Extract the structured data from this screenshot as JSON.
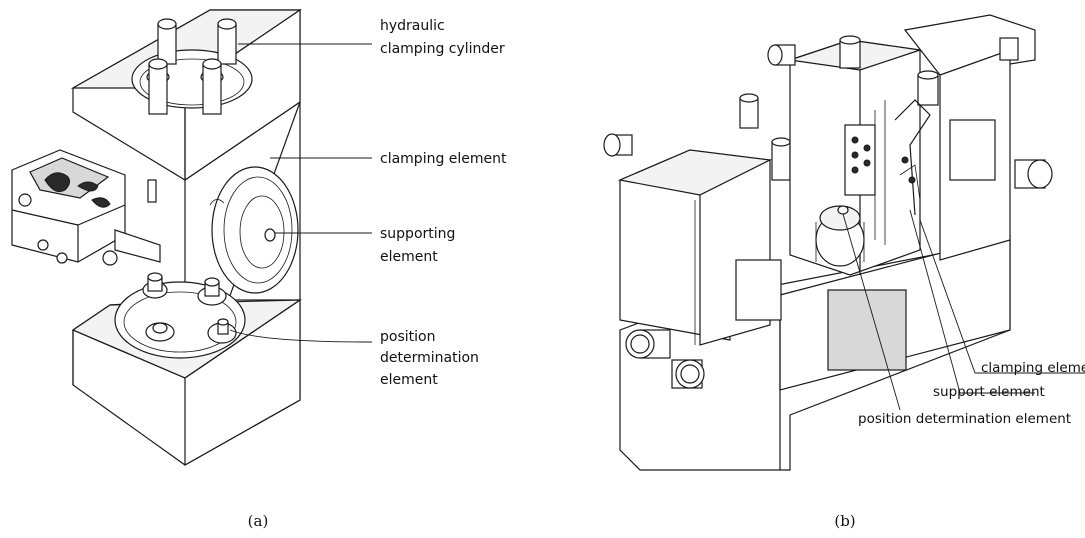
{
  "figure_a": {
    "caption": "(a)",
    "labels": {
      "hydraulic_1": "hydraulic",
      "hydraulic_2": "clamping cylinder",
      "clamping": "clamping element",
      "supporting_1": "supporting",
      "supporting_2": "element",
      "position_1": "position",
      "position_2": "determination",
      "position_3": "element"
    }
  },
  "figure_b": {
    "caption": "(b)",
    "labels": {
      "clamping": "clamping element",
      "support": "support element",
      "position": "position determination element"
    }
  }
}
